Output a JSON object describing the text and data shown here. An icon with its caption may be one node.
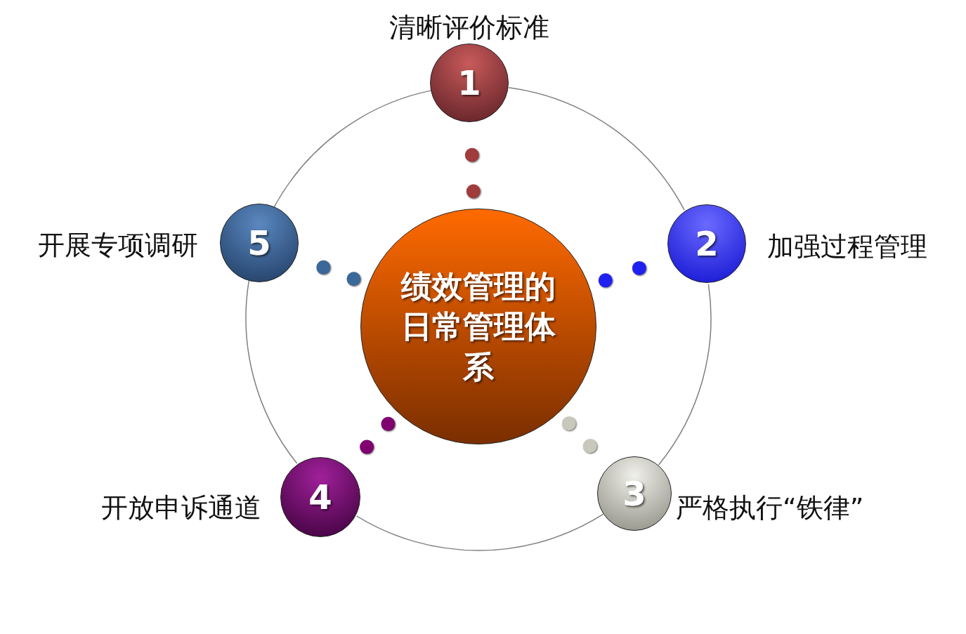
{
  "diagram": {
    "nodes": [
      {
        "text": [
          "绩效管理的日常管理体系"
        ]
      },
      {
        "text": [
          "1"
        ],
        "beside": [
          "清晰评价标准"
        ]
      },
      {
        "text": [
          "2"
        ],
        "beside": [
          "加强过程管理"
        ]
      },
      {
        "text": [
          "3"
        ],
        "beside": [
          "严格执行“铁律”"
        ]
      },
      {
        "text": [
          "4"
        ],
        "beside": [
          "开放申诉通道"
        ]
      },
      {
        "text": [
          "5"
        ],
        "beside": [
          "开展专项调研"
        ]
      }
    ],
    "edges": [
      {
        "from": 0,
        "to": 1,
        "arrow": "none",
        "style": "dashed",
        "color": "#a03c3c"
      },
      {
        "from": 0,
        "to": 2,
        "arrow": "none",
        "style": "dashed",
        "color": "#2020f0"
      },
      {
        "from": 0,
        "to": 3,
        "arrow": "none",
        "style": "dashed",
        "color": "#c8c8bc"
      },
      {
        "from": 0,
        "to": 4,
        "arrow": "none",
        "style": "dashed",
        "color": "#800070"
      },
      {
        "from": 0,
        "to": 5,
        "arrow": "none",
        "style": "dashed",
        "color": "#3a6898"
      },
      {
        "from": 1,
        "to": 2,
        "arrow": "none"
      },
      {
        "from": 2,
        "to": 3,
        "arrow": "none"
      },
      {
        "from": 3,
        "to": 4,
        "arrow": "none"
      },
      {
        "from": 4,
        "to": 5,
        "arrow": "none"
      },
      {
        "from": 5,
        "to": 1,
        "arrow": "none"
      }
    ]
  }
}
